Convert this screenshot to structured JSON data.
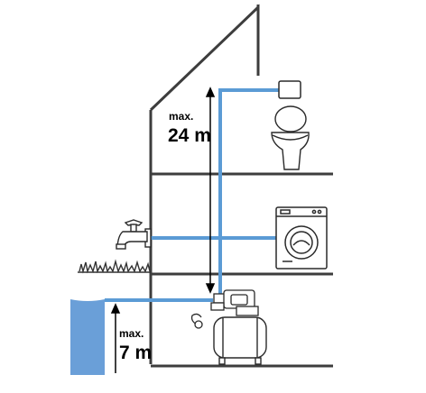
{
  "labels": {
    "upper": {
      "prefix": "max.",
      "value": "24 m"
    },
    "lower": {
      "prefix": "max.",
      "value": "7 m"
    }
  },
  "colors": {
    "pipe": "#5b9bd5",
    "water": "#6a9fd8",
    "structure": "#3d3d3d",
    "appliance_outline": "#2a2a2a",
    "appliance_fill": "#ffffff"
  },
  "icons": {
    "toilet": "toilet-icon",
    "cistern": "cistern-icon",
    "washing_machine": "washing-machine-icon",
    "tap": "garden-tap-icon",
    "grass": "grass-icon",
    "pump": "booster-pump-icon",
    "tank": "pressure-tank-icon",
    "water_source": "water-well-icon"
  }
}
